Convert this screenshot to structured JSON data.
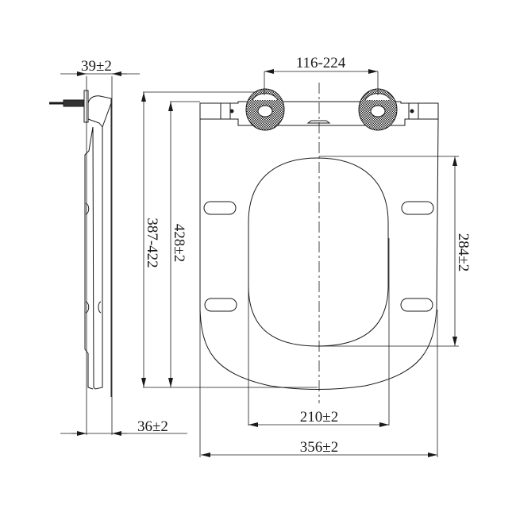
{
  "drawing": {
    "subject": "Toilet seat dimension drawing",
    "views": [
      "side-profile",
      "top-view"
    ],
    "line_color": "#1a1a1a",
    "background": "#ffffff"
  },
  "dimensions": {
    "side_depth_top": "39±2",
    "side_depth_bottom": "36±2",
    "hinge_spacing": "116-224",
    "fixing_to_front": "387-422",
    "overall_length": "428±2",
    "opening_length": "284±2",
    "opening_width": "210±2",
    "overall_width": "356±2"
  }
}
